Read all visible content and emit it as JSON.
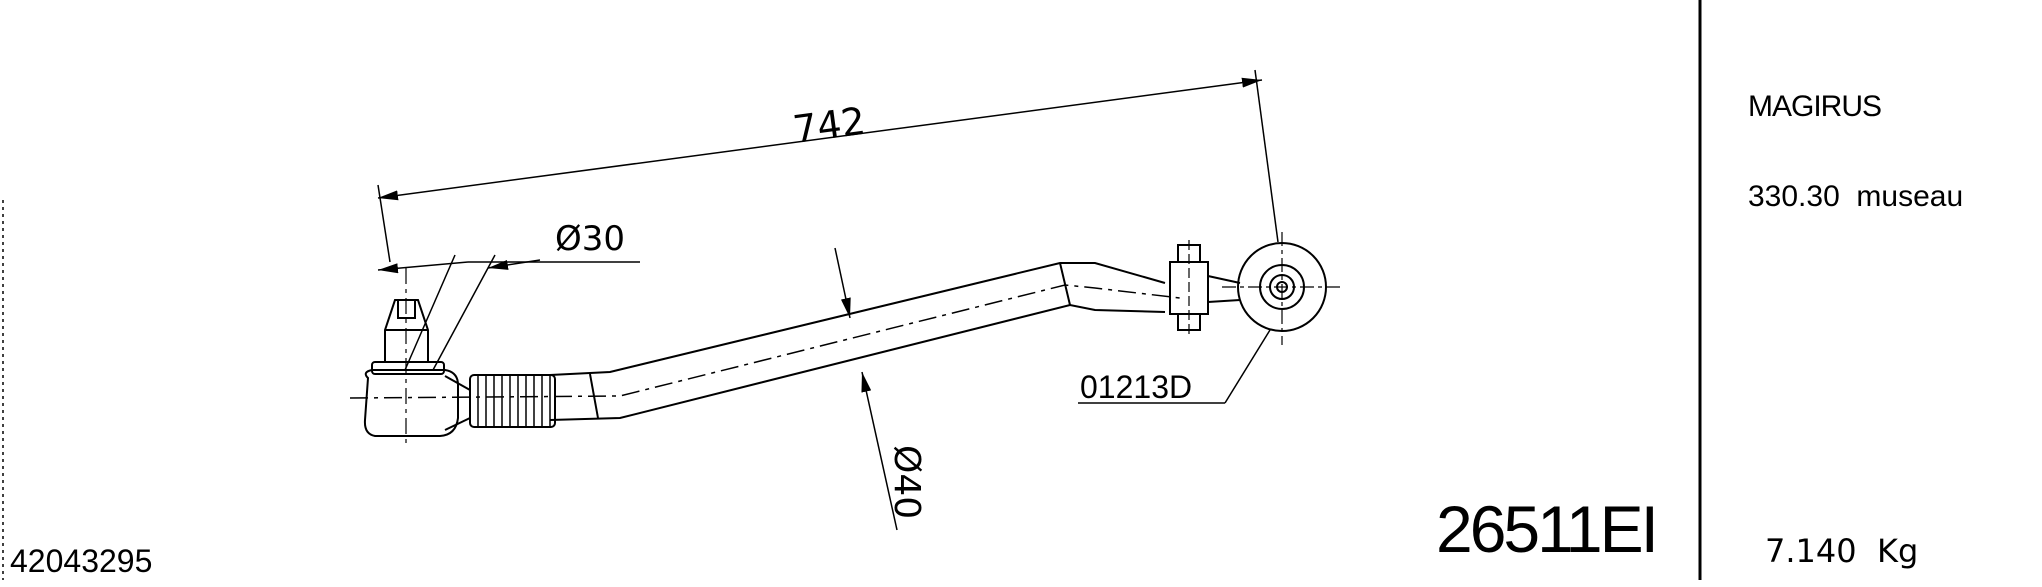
{
  "drawing": {
    "dimensions": {
      "overall_length": "742",
      "rod_diameter": "Ø40",
      "ball_stud_diameter": "Ø30"
    },
    "part_callout": "01213D",
    "part_number": "26511EI",
    "reference_number": "42043295"
  },
  "info_panel": {
    "manufacturer": "MAGIRUS",
    "model": "330.30  museau",
    "weight": "7.140  Kg"
  }
}
